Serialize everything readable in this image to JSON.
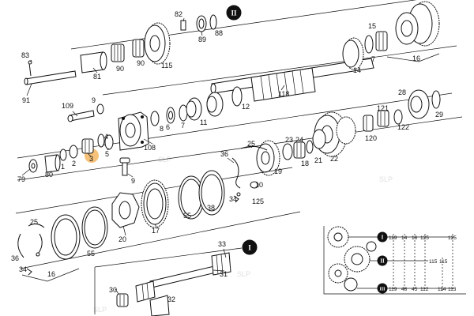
{
  "labels": {
    "p82": "82",
    "pII_top": "II",
    "p89": "89",
    "p88": "88",
    "p90": "90",
    "p115a": "115",
    "p83": "83",
    "p91": "91",
    "p81": "81",
    "p15": "15",
    "p7a": "7",
    "p14": "14",
    "p16a": "16",
    "p118": "118",
    "p109": "109",
    "p9a": "9",
    "p8": "8",
    "p6": "6",
    "p7b": "7",
    "p11": "11",
    "p12": "12",
    "p28": "28",
    "p121": "121",
    "p29": "29",
    "p122": "122",
    "p120": "120",
    "p108": "108",
    "p79": "79",
    "p80": "80",
    "p1": "1",
    "p2": "2",
    "p3": "3",
    "p5": "5",
    "p4": "4",
    "p36a": "36",
    "p25a": "25",
    "p23": "23",
    "p19": "19",
    "p10": "10",
    "p9b": "9",
    "p22": "22",
    "p21": "21",
    "p18": "18",
    "p24": "24",
    "p55a": "55",
    "p38": "38",
    "p34a": "34",
    "p125a": "125",
    "p17": "17",
    "p20": "20",
    "p25b": "25",
    "p36b": "36",
    "p55b": "55",
    "p34b": "34",
    "p16b": "16",
    "p33": "33",
    "pI_bottom": "I",
    "p31": "31",
    "p30": "30",
    "p32": "32"
  },
  "legend": {
    "rows": [
      {
        "marker": "I",
        "values": [
          "119",
          "14",
          "16",
          "125",
          "125"
        ]
      },
      {
        "marker": "II",
        "values": [
          "115",
          "115"
        ]
      },
      {
        "marker": "III",
        "values": [
          "119",
          "48",
          "45",
          "112",
          "114",
          "113"
        ]
      }
    ]
  },
  "watermark": "SLP"
}
